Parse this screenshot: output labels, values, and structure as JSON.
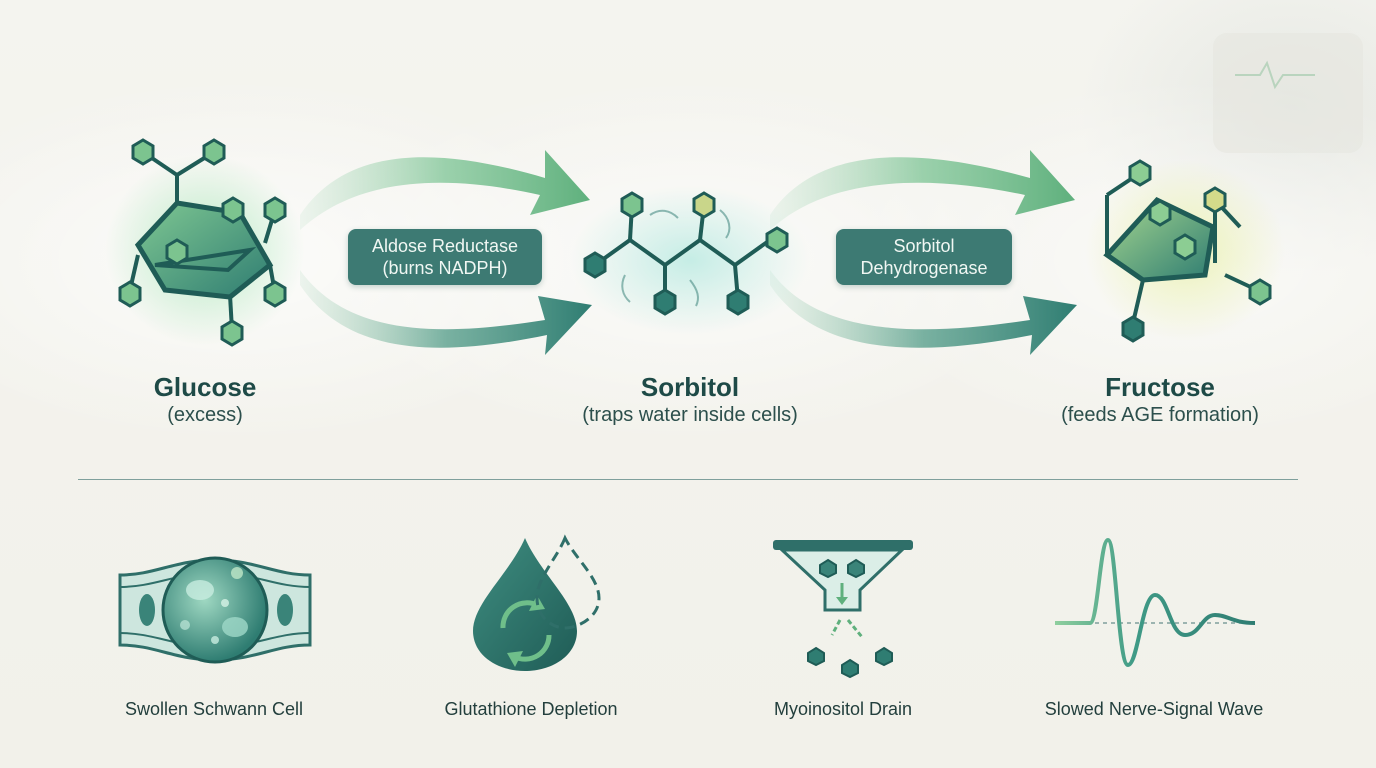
{
  "pathway": {
    "steps": [
      {
        "name": "Glucose",
        "note": "(excess)"
      },
      {
        "name": "Sorbitol",
        "note": "(traps water inside cells)"
      },
      {
        "name": "Fructose",
        "note": "(feeds AGE formation)"
      }
    ],
    "enzymes": [
      {
        "line1": "Aldose Reductase",
        "line2": "(burns NADPH)"
      },
      {
        "line1": "Sorbitol",
        "line2": "Dehydrogenase"
      }
    ]
  },
  "consequences": [
    {
      "label": "Swollen Schwann Cell",
      "icon": "swollen-cell-icon"
    },
    {
      "label": "Glutathione Depletion",
      "icon": "water-drop-icon"
    },
    {
      "label": "Myoinositol Drain",
      "icon": "funnel-icon"
    },
    {
      "label": "Slowed Nerve-Signal Wave",
      "icon": "wave-icon"
    }
  ],
  "colors": {
    "primary": "#2f6f69",
    "accent_green": "#6fbf8a",
    "enzyme_box": "#3d7a73",
    "text": "#1e4a47"
  }
}
